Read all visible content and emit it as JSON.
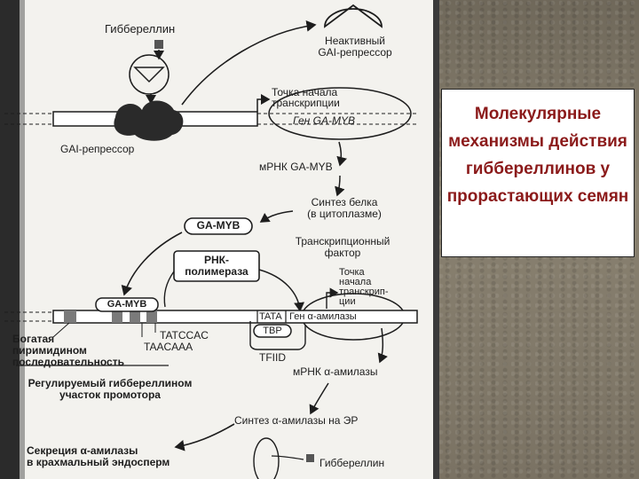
{
  "title": "Молекулярные механизмы действия гиббереллинов у прорастающих семян",
  "labels": {
    "gibberellin_top": "Гиббереллин",
    "inactive_repressor": "Неактивный\nGAI-репрессор",
    "tss_top": "Точка начала\nтранскрипции",
    "gene_ga_myb": "Ген GA-MYB",
    "gai_repressor": "GAI-репрессор",
    "mrna_ga_myb": "мРНК GA-MYB",
    "protein_synthesis": "Синтез белка\n(в цитоплазме)",
    "ga_myb_protein": "GA-MYB",
    "transcription_factor": "Транскрипционный\nфактор",
    "rna_polymerase": "РНК-\nполимераза",
    "tss_bottom": "Точка\nначала\nтранскрип-\nции",
    "ga_myb_bound": "GA-MYB",
    "tata": "TATA",
    "gene_alpha_amylase": "Ген α-амилазы",
    "tbp": "TBP",
    "tfiid": "TFIID",
    "pyrimidine_rich": "Богатая\nпиримидином\nпоследовательность",
    "taaccaaa": "TAACAAA",
    "tatccac": "TATCCAC",
    "promoter_region": "Регулируемый гиббереллином\nучасток промотора",
    "mrna_alpha_amylase": "мРНК α-амилазы",
    "alpha_amylase_synthesis": "Синтез α-амилазы на ЭР",
    "secretion": "Секреция α-амилазы\nв крахмальный эндосперм",
    "gibberellin_bottom": "Гиббереллин"
  },
  "colors": {
    "title": "#8b1a1a",
    "ink": "#1d1d1d",
    "scan_bg": "#f3f2ee",
    "side_bg": "#7d7566"
  }
}
